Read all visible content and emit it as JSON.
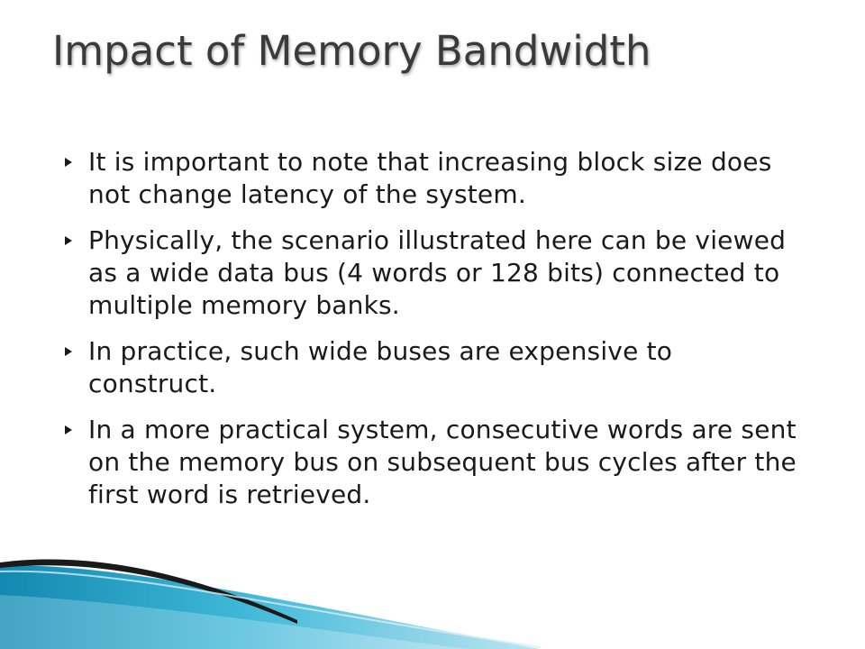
{
  "slide": {
    "title": "Impact of Memory Bandwidth",
    "bullets": [
      {
        "text": "It is important to note that increasing block size does not change latency of the system."
      },
      {
        "text": "Physically, the scenario illustrated here can be viewed as a wide data bus (4 words or 128 bits) connected to multiple memory banks."
      },
      {
        "text": "In practice, such wide buses are expensive to construct."
      },
      {
        "text": "In a more practical system, consecutive words are sent on the memory bus on subsequent bus cycles after the first word is retrieved."
      }
    ]
  },
  "colors": {
    "title": "#3a3a3a",
    "text": "#1a1a1a",
    "accent_teal": "#1fa3c4",
    "accent_dark": "#1a1a1a"
  }
}
